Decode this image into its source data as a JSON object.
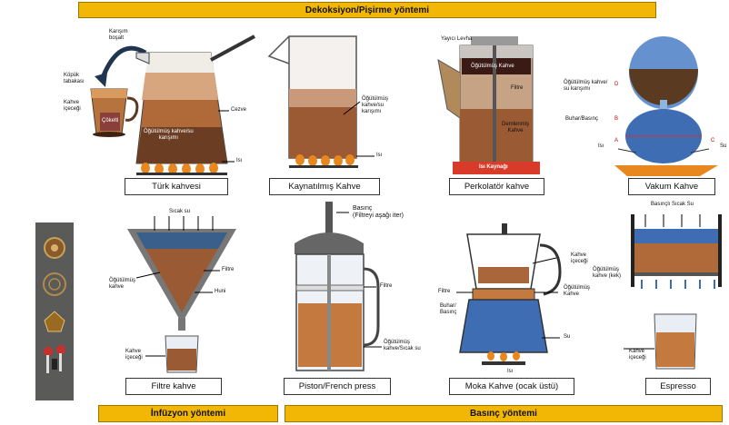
{
  "top_banner": "Dekoksiyon/Pişirme yöntemi",
  "bottom_left_banner": "İnfüzyon yöntemi",
  "bottom_right_banner": "Basınç yöntemi",
  "captions": {
    "turk": "Türk kahvesi",
    "kaynatilmis": "Kaynatılmış Kahve",
    "perkolator": "Perkolatör kahve",
    "vakum": "Vakum Kahve",
    "filtre": "Filtre kahve",
    "piston": "Piston/French press",
    "moka": "Moka Kahve (ocak üstü)",
    "espresso": "Espresso"
  },
  "turk": {
    "karisim_bosalt": "Karışım\nboşalt",
    "kopuk": "Köpük\ntabakası",
    "kahve_icecegi": "Kahve\niçeceği",
    "cokelti": "Çökelti",
    "cezve": "Cezve",
    "karisim": "Öğütülmüş kahve/su\nkarışımı",
    "isi": "Isı"
  },
  "kaynatilmis": {
    "karisim": "Öğütülmüş\nkahve/su\nkarışımı",
    "isi": "Isı"
  },
  "perkolator": {
    "yayici_levha": "Yayıcı Levha",
    "ogutulmus": "Öğütülmüş Kahve",
    "filtre": "Filtre",
    "demlenmis": "Demlenmiş\nKahve",
    "isi_kaynagi": "Isı Kaynağı"
  },
  "vakum": {
    "karisim": "Öğütülmüş kahve/\nsu karışımı",
    "buhar": "Buhar/Basınç",
    "isi": "Isı",
    "su": "Su",
    "d": "D",
    "b": "B",
    "a": "A",
    "c": "C"
  },
  "filtre": {
    "sicak_su": "Sıcak su",
    "ogutulmus": "Öğütülmüş\nkahve",
    "filtre": "Filtre",
    "huni": "Huni",
    "kahve_icecegi": "Kahve\niçeceği"
  },
  "piston": {
    "basinc": "Basınç\n(Filtreyi aşağı iter)",
    "filtre": "Filtre",
    "karisim": "Öğütülmüş\nkahve/Sıcak su"
  },
  "moka": {
    "kahve_icecegi": "Kahve\niçeceği",
    "filtre": "Filtre",
    "ogutulmus": "Öğütülmüş\nKahve",
    "buhar": "Buhar/\nBasınç",
    "su": "Su",
    "isi": "Isı"
  },
  "espresso": {
    "basincli_su": "Basınçlı Sıcak Su",
    "ogutulmus": "Öğütülmüş\nkahve (kek)",
    "kahve_icecegi": "Kahve\niçeceği"
  },
  "colors": {
    "banner": "#f2b705",
    "coffee_dark": "#5b3a22",
    "coffee": "#a9663a",
    "water_blue": "#2f5d9a",
    "flame": "#e8871e"
  }
}
